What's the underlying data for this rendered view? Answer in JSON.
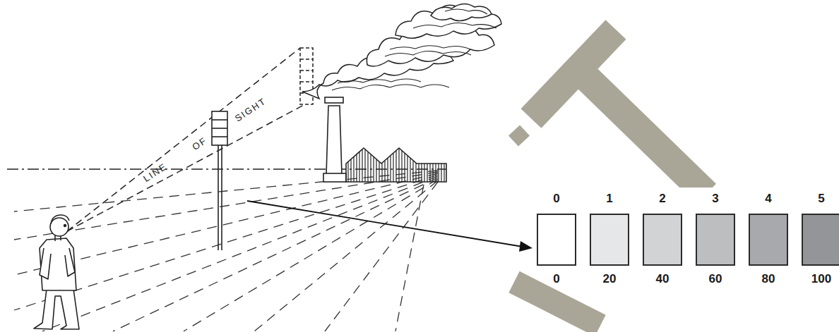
{
  "diagram": {
    "nodes": [
      {
        "text": [
          "0",
          "0"
        ]
      },
      {
        "text": [
          "1",
          "20"
        ]
      },
      {
        "text": [
          "2",
          "40"
        ]
      },
      {
        "text": [
          "3",
          "60"
        ]
      },
      {
        "text": [
          "4",
          "80"
        ]
      },
      {
        "text": [
          "5",
          "100"
        ]
      }
    ],
    "labels": [
      "LINE",
      "OF",
      "SIGHT"
    ]
  }
}
